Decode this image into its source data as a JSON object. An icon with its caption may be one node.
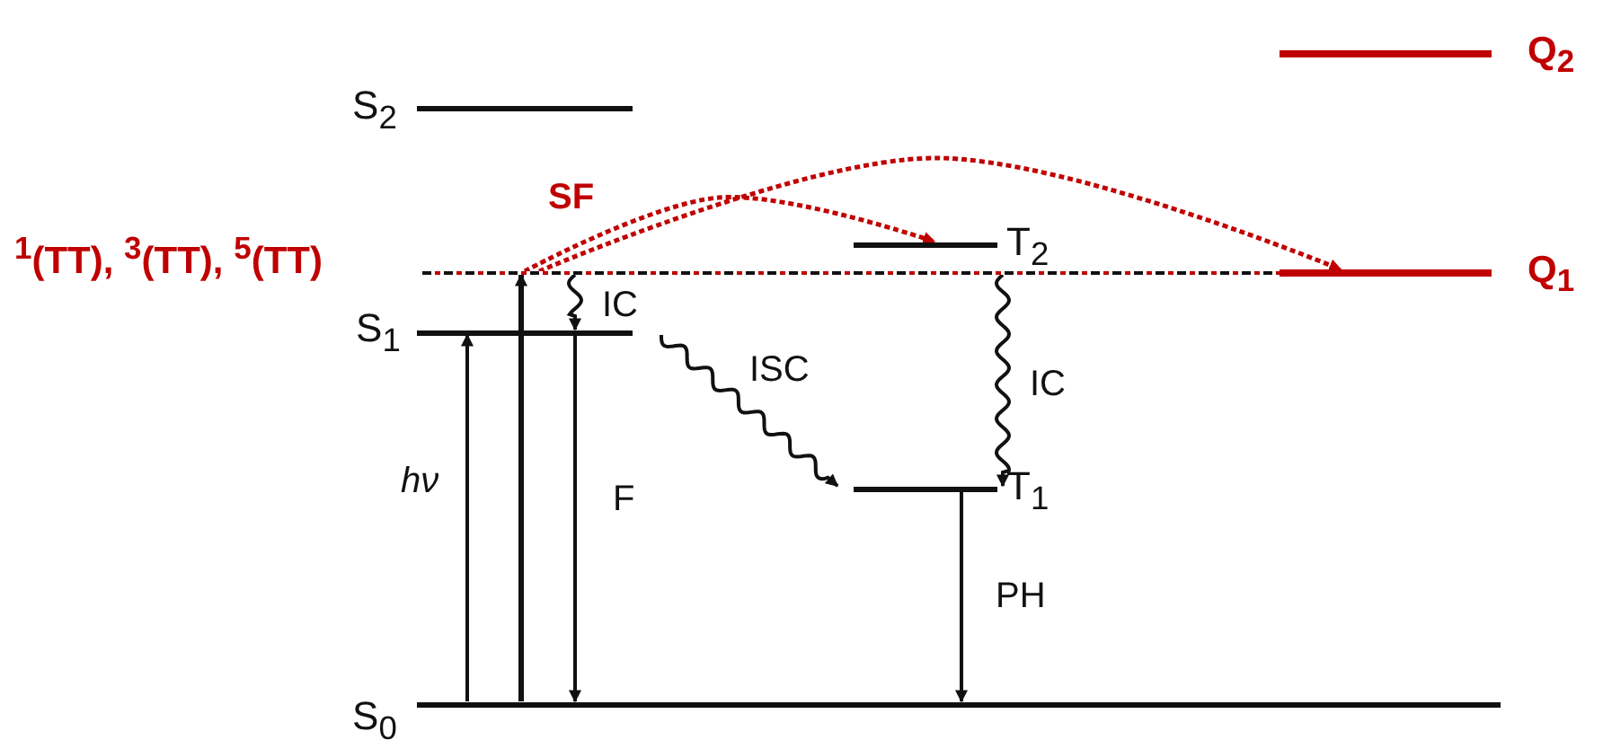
{
  "diagram": {
    "nodes": [
      {
        "text": [
          "S$_{2}$"
        ]
      },
      {
        "text": [
          "$^{1}$(TT), $^{3}$(TT), $^{5}$(TT)"
        ]
      },
      {
        "text": [
          "S$_{1}$"
        ]
      },
      {
        "text": [
          "T$_{2}$"
        ]
      },
      {
        "text": [
          "T$_{1}$"
        ]
      },
      {
        "text": [
          "S$_{0}$"
        ]
      },
      {
        "text": [
          "Q$_{2}$"
        ]
      },
      {
        "text": [
          "Q$_{1}$"
        ]
      }
    ],
    "edges": [
      {
        "from": 5,
        "to": 2,
        "arrow": "to",
        "label": "hν"
      },
      {
        "from": 5,
        "to": 1,
        "arrow": "to"
      },
      {
        "from": 1,
        "to": 2,
        "arrow": "to",
        "label": "IC"
      },
      {
        "from": 2,
        "to": 5,
        "arrow": "to",
        "label": "F"
      },
      {
        "from": 2,
        "to": 4,
        "arrow": "to",
        "label": "ISC"
      },
      {
        "from": 1,
        "to": 4,
        "arrow": "to",
        "label": "IC"
      },
      {
        "from": 4,
        "to": 5,
        "arrow": "to",
        "label": "PH"
      },
      {
        "from": 1,
        "to": 3,
        "arrow": "to",
        "style": "dashed",
        "color": "#c00000"
      },
      {
        "from": 1,
        "to": 7,
        "arrow": "to",
        "style": "dashed",
        "color": "#c00000"
      }
    ],
    "labels": [
      "SF"
    ]
  }
}
